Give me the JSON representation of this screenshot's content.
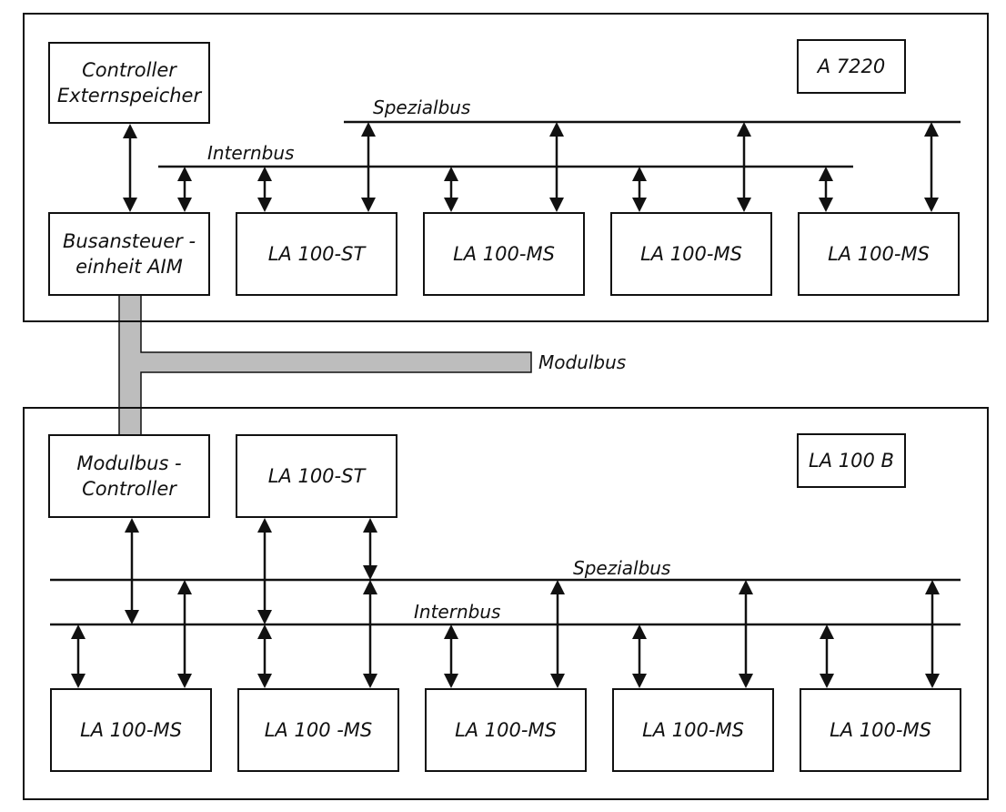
{
  "system_a": {
    "title": "A 7220",
    "controller": {
      "line1": "Controller",
      "line2": "Externspeicher"
    },
    "bus_unit": {
      "line1": "Busansteuer -",
      "line2": "einheit AIM"
    },
    "spezialbus_label": "Spezialbus",
    "internbus_label": "Internbus",
    "modules": [
      "LA 100-ST",
      "LA 100-MS",
      "LA 100-MS",
      "LA 100-MS"
    ]
  },
  "modulbus_label": "Modulbus",
  "system_b": {
    "title": "LA 100 B",
    "controller": {
      "line1": "Modulbus -",
      "line2": "Controller"
    },
    "st_module": "LA 100-ST",
    "spezialbus_label": "Spezialbus",
    "internbus_label": "Internbus",
    "modules": [
      "LA 100-MS",
      "LA 100 -MS",
      "LA 100-MS",
      "LA 100-MS",
      "LA 100-MS"
    ]
  },
  "colors": {
    "line": "#111111",
    "modulbus_fill": "#bdbdbd",
    "background": "#ffffff"
  }
}
